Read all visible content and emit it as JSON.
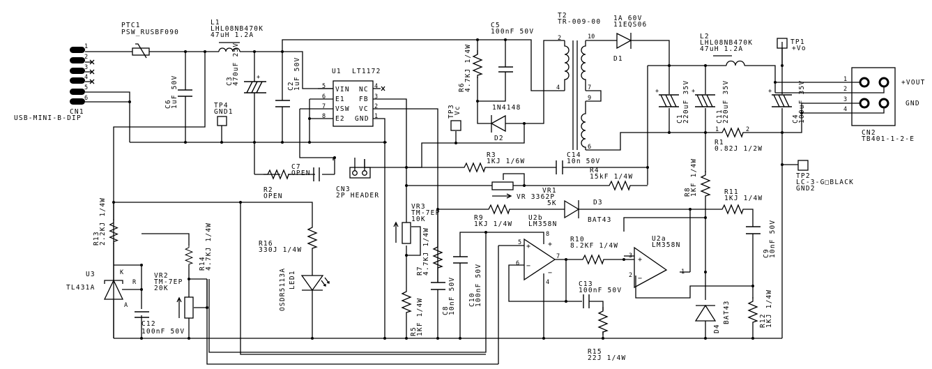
{
  "diagram": {
    "type": "electronic-schematic",
    "colors": {
      "ink": "#000000",
      "background": "#ffffff"
    }
  },
  "components": {
    "cn1": {
      "ref": "CN1",
      "value": "USB-MINI-B-DIP",
      "pins": [
        "1",
        "2",
        "3",
        "4",
        "5",
        "6"
      ]
    },
    "ptc1": {
      "ref": "PTC1",
      "value": "PSW_RUSBF090"
    },
    "l1": {
      "ref": "L1",
      "value": "LHL08NB470K",
      "rating": "47uH 1.2A"
    },
    "c6": {
      "ref": "C6",
      "value": "1uF 50V"
    },
    "c3": {
      "ref": "C3",
      "value": "470uF 25V"
    },
    "c2": {
      "ref": "C2",
      "value": "1uF 50V"
    },
    "tp4": {
      "ref": "TP4",
      "value": "GND1"
    },
    "u1": {
      "ref": "U1",
      "value": "LT1172",
      "pins_left": [
        {
          "num": "5",
          "name": "VIN"
        },
        {
          "num": "6",
          "name": "E1"
        },
        {
          "num": "7",
          "name": "VSW"
        },
        {
          "num": "8",
          "name": "E2"
        }
      ],
      "pins_right": [
        {
          "num": "4",
          "name": "NC"
        },
        {
          "num": "3",
          "name": "FB"
        },
        {
          "num": "2",
          "name": "VC"
        },
        {
          "num": "1",
          "name": "GND"
        }
      ]
    },
    "c5": {
      "ref": "C5",
      "value": "100nF 50V"
    },
    "r6": {
      "ref": "R6",
      "value": "4.7KJ 1/4W"
    },
    "d2": {
      "ref": "D2",
      "value": "1N4148"
    },
    "tp3": {
      "ref": "TP3",
      "value": "Vc"
    },
    "t2": {
      "ref": "T2",
      "value": "TR-009-00",
      "pins": [
        "2",
        "4",
        "10",
        "7",
        "9",
        "6"
      ]
    },
    "d1": {
      "ref": "D1",
      "value": "11EQS06",
      "rating": "1A 60V"
    },
    "l2": {
      "ref": "L2",
      "value": "LHL08NB470K",
      "rating": "47uH 1.2A"
    },
    "tp1": {
      "ref": "TP1",
      "value": "+Vo"
    },
    "c1": {
      "ref": "C1",
      "value": "220uF 35V"
    },
    "c11": {
      "ref": "C11",
      "value": "220uF 35V"
    },
    "c4": {
      "ref": "C4",
      "value": "100uF 35V"
    },
    "r1": {
      "ref": "R1",
      "value": "0.82J 1/2W",
      "pins": [
        "1",
        "2"
      ]
    },
    "cn2": {
      "ref": "CN2",
      "value": "TB401-1-2-E",
      "pins": [
        "1",
        "2",
        "3",
        "4"
      ],
      "label_vout": "+VOUT",
      "label_gnd": "GND"
    },
    "tp2": {
      "ref": "TP2",
      "value": "LC-3-G□BLACK",
      "net": "GND2"
    },
    "c7": {
      "ref": "C7",
      "value": "OPEN"
    },
    "r2": {
      "ref": "R2",
      "value": "OPEN"
    },
    "cn3": {
      "ref": "CN3",
      "value": "2P HEADER"
    },
    "r3": {
      "ref": "R3",
      "value": "1KJ 1/6W"
    },
    "c14": {
      "ref": "C14",
      "value": "10n 50V"
    },
    "r4": {
      "ref": "R4",
      "value": "15kF 1/4W"
    },
    "vr1": {
      "ref": "VR1",
      "value": "5K",
      "part": "VR 3362P"
    },
    "vr3": {
      "ref": "VR3",
      "value": "10K",
      "part": "TM-7EP"
    },
    "r9": {
      "ref": "R9",
      "value": "1KJ 1/4W"
    },
    "d3": {
      "ref": "D3",
      "value": "BAT43"
    },
    "u2b": {
      "ref": "U2b",
      "value": "LM358N",
      "pins": {
        "in_plus": "5",
        "in_minus": "6",
        "out": "7",
        "vcc": "8",
        "gnd": "4"
      }
    },
    "u2a": {
      "ref": "U2a",
      "value": "LM358N",
      "pins": {
        "in_plus": "3",
        "in_minus": "2",
        "out": "1"
      }
    },
    "r8": {
      "ref": "R8",
      "value": "1KF 1/4W"
    },
    "r11": {
      "ref": "R11",
      "value": "1KJ 1/4W"
    },
    "c9": {
      "ref": "C9",
      "value": "10nF 50V"
    },
    "r10": {
      "ref": "R10",
      "value": "8.2KF 1/4W"
    },
    "c13": {
      "ref": "C13",
      "value": "100nF 50V"
    },
    "r15": {
      "ref": "R15",
      "value": "22J 1/4W"
    },
    "d4": {
      "ref": "D4",
      "value": "BAT43"
    },
    "r12": {
      "ref": "R12",
      "value": "1KJ 1/4W"
    },
    "r7": {
      "ref": "R7",
      "value": "4.7KJ 1/4W"
    },
    "r5": {
      "ref": "R5",
      "value": "1KF 1/4W"
    },
    "c8": {
      "ref": "C8",
      "value": "10nF 50V"
    },
    "c10": {
      "ref": "C10",
      "value": "100nF 50V"
    },
    "r13": {
      "ref": "R13",
      "value": "2.2KJ 1/4W"
    },
    "u3": {
      "ref": "U3",
      "value": "TL431A",
      "pins": {
        "k": "K",
        "r": "R",
        "a": "A"
      }
    },
    "vr2": {
      "ref": "VR2",
      "value": "20K",
      "part": "TM-7EP"
    },
    "r14": {
      "ref": "R14",
      "value": "4.7KJ 1/4W"
    },
    "c12": {
      "ref": "C12",
      "value": "100nF 50V"
    },
    "r16": {
      "ref": "R16",
      "value": "330J 1/4W"
    },
    "led1": {
      "ref": "LED1",
      "value": "OSDR5113A"
    }
  },
  "opamp_symbols": {
    "plus": "+",
    "minus": "−"
  },
  "cap_polarity": "+"
}
